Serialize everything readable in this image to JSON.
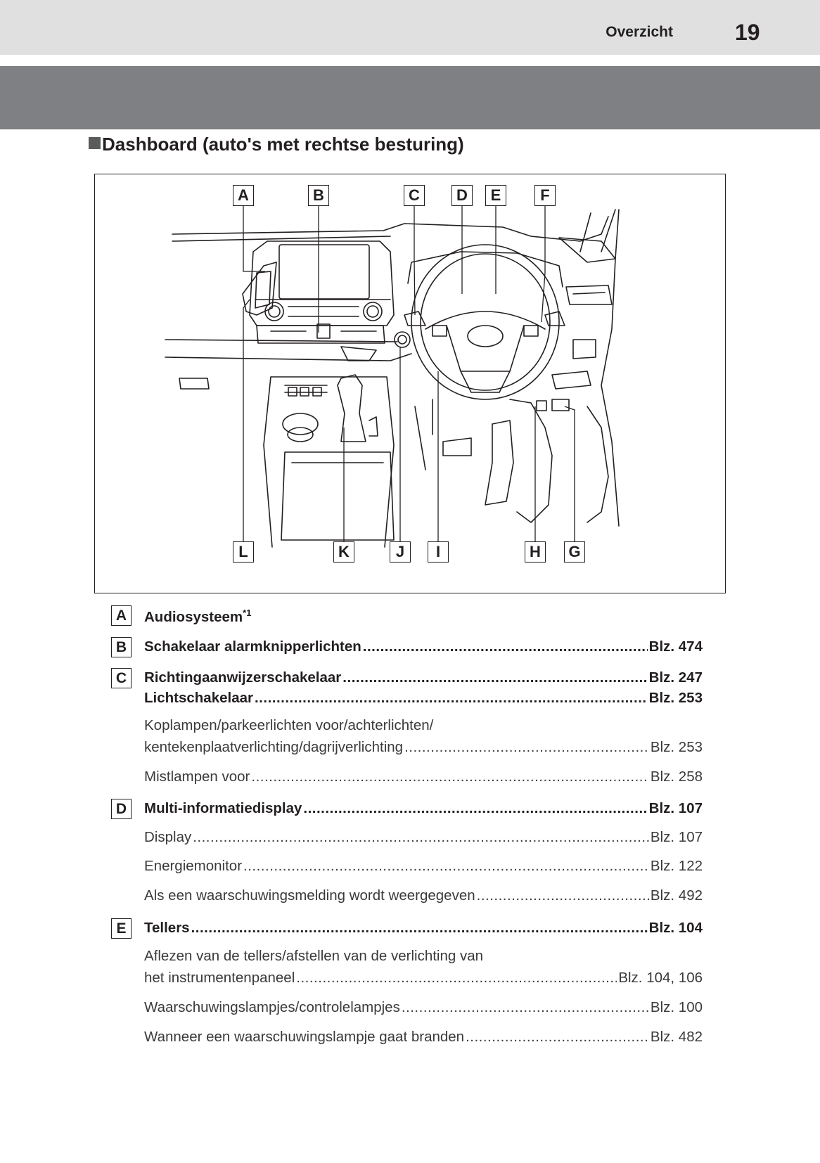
{
  "header": {
    "section": "Overzicht",
    "page_number": "19"
  },
  "heading": "Dashboard (auto's met rechtse besturing)",
  "figure": {
    "top_callouts": [
      "A",
      "B",
      "C",
      "D",
      "E",
      "F"
    ],
    "bottom_callouts": [
      "L",
      "K",
      "J",
      "I",
      "H",
      "G"
    ]
  },
  "entries": {
    "A": {
      "letter": "A",
      "title": "Audiosysteem",
      "note": "*1"
    },
    "B": {
      "letter": "B",
      "items": [
        {
          "label": "Schakelaar alarmknipperlichten",
          "page": "Blz. 474"
        }
      ]
    },
    "C": {
      "letter": "C",
      "items": [
        {
          "label": "Richtingaanwijzerschakelaar",
          "page": "Blz. 247"
        },
        {
          "label": "Lichtschakelaar",
          "page": "Blz. 253"
        }
      ],
      "sub_line1": "Koplampen/parkeerlichten voor/achterlichten/",
      "sub": [
        {
          "label": "kentekenplaatverlichting/dagrijverlichting",
          "page": "Blz. 253"
        },
        {
          "label": "Mistlampen voor",
          "page": "Blz. 258"
        }
      ]
    },
    "D": {
      "letter": "D",
      "items": [
        {
          "label": "Multi-informatiedisplay",
          "page": "Blz. 107"
        }
      ],
      "sub": [
        {
          "label": "Display",
          "page": "Blz. 107"
        },
        {
          "label": "Energiemonitor",
          "page": "Blz. 122"
        },
        {
          "label": "Als een waarschuwingsmelding wordt weergegeven",
          "page": "Blz. 492"
        }
      ]
    },
    "E": {
      "letter": "E",
      "items": [
        {
          "label": "Tellers",
          "page": "Blz. 104"
        }
      ],
      "sub_line1": "Aflezen van de tellers/afstellen van de verlichting van",
      "sub": [
        {
          "label": "het instrumentenpaneel",
          "page": "Blz. 104, 106"
        },
        {
          "label": "Waarschuwingslampjes/controlelampjes",
          "page": "Blz. 100"
        },
        {
          "label": "Wanneer een waarschuwingslampje gaat branden",
          "page": "Blz. 482"
        }
      ]
    }
  }
}
